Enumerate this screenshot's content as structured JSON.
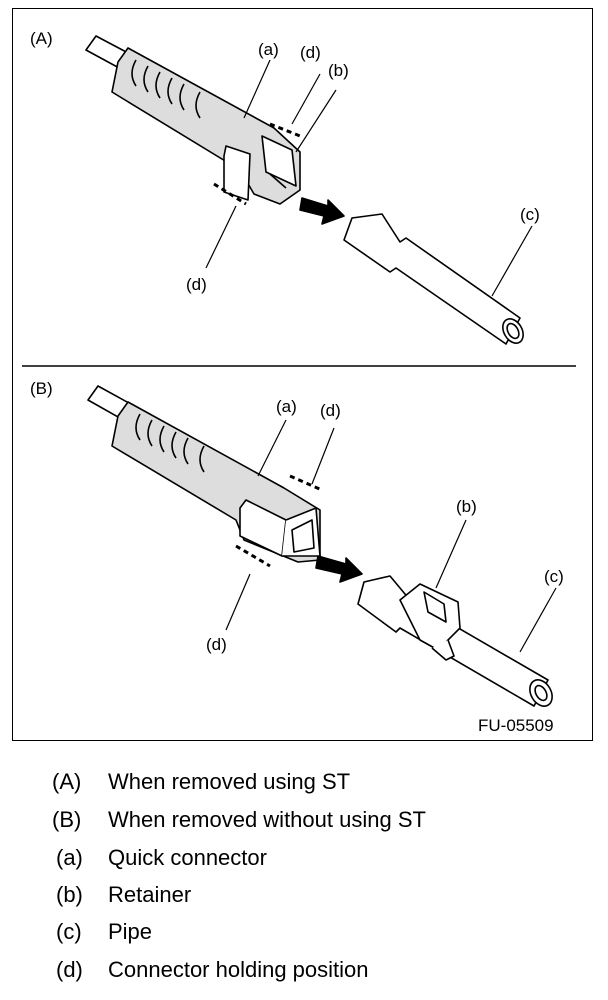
{
  "figure": {
    "panel_a_label": "(A)",
    "panel_b_label": "(B)",
    "callouts": {
      "a": "(a)",
      "b": "(b)",
      "c": "(c)",
      "d": "(d)"
    },
    "figure_code": "FU-05509"
  },
  "legend": [
    {
      "key": "(A)",
      "text": "When removed using ST"
    },
    {
      "key": "(B)",
      "text": "When removed without using ST"
    },
    {
      "key": "(a)",
      "text": "Quick connector"
    },
    {
      "key": "(b)",
      "text": "Retainer"
    },
    {
      "key": "(c)",
      "text": "Pipe"
    },
    {
      "key": "(d)",
      "text": "Connector holding position"
    }
  ]
}
